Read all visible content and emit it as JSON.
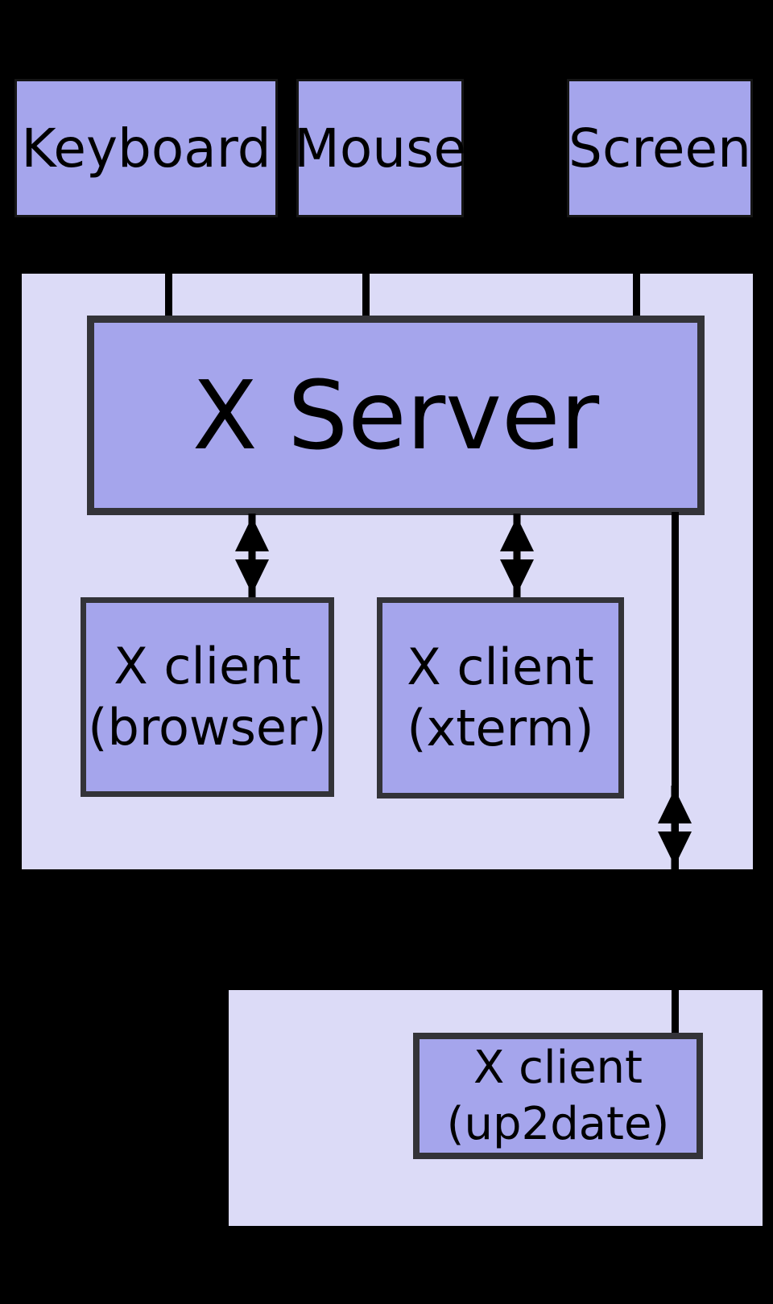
{
  "colors": {
    "background": "#000000",
    "container": "#dcdbf7",
    "box": "#a5a5ec",
    "border": "#333338",
    "line": "#000000",
    "text": "#000000"
  },
  "devices": [
    {
      "label": "Keyboard"
    },
    {
      "label": "Mouse"
    },
    {
      "label": "Screen"
    }
  ],
  "server": {
    "label": "X Server"
  },
  "clients": [
    {
      "line1": "X client",
      "line2": "(browser)"
    },
    {
      "line1": "X client",
      "line2": "(xterm)"
    },
    {
      "line1": "X client",
      "line2": "(up2date)"
    }
  ]
}
